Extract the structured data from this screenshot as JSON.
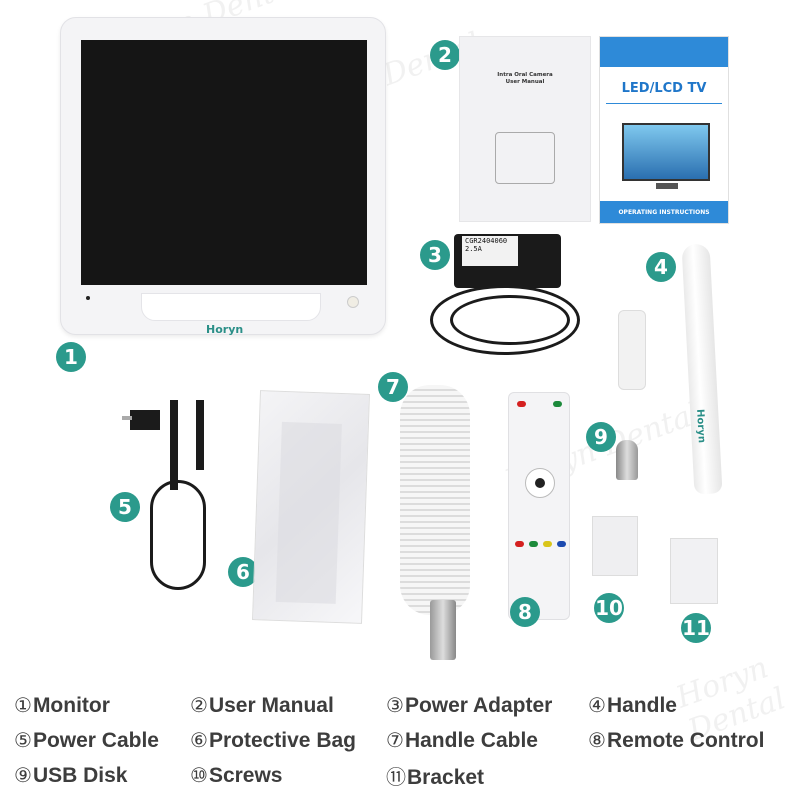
{
  "watermark": {
    "text": "Horyn Dental"
  },
  "brand": {
    "logo_text": "Horyn",
    "sub_text": "DENTAL",
    "badge_color": "#2b9a8c",
    "accent_color": "#2b8f88"
  },
  "items": [
    {
      "num": "1",
      "label": "Monitor",
      "circled": "①"
    },
    {
      "num": "2",
      "label": "User Manual",
      "circled": "②"
    },
    {
      "num": "3",
      "label": "Power Adapter",
      "circled": "③"
    },
    {
      "num": "4",
      "label": "Handle",
      "circled": "④"
    },
    {
      "num": "5",
      "label": "Power Cable",
      "circled": "⑤"
    },
    {
      "num": "6",
      "label": "Protective Bag",
      "circled": "⑥"
    },
    {
      "num": "7",
      "label": "Handle Cable",
      "circled": "⑦"
    },
    {
      "num": "8",
      "label": "Remote Control",
      "circled": "⑧"
    },
    {
      "num": "9",
      "label": "USB Disk",
      "circled": "⑨"
    },
    {
      "num": "10",
      "label": "Screws",
      "circled": "⑩"
    },
    {
      "num": "11",
      "label": "Bracket",
      "circled": "⑪"
    }
  ],
  "manual1": {
    "title_line1": "Intra Oral Camera",
    "title_line2": "User Manual"
  },
  "manual2": {
    "title": "LED/LCD TV",
    "footer": "OPERATING INSTRUCTIONS",
    "color": "#2e8ad8"
  },
  "adapter": {
    "model": "CGR2404060",
    "current": "2.5A"
  }
}
